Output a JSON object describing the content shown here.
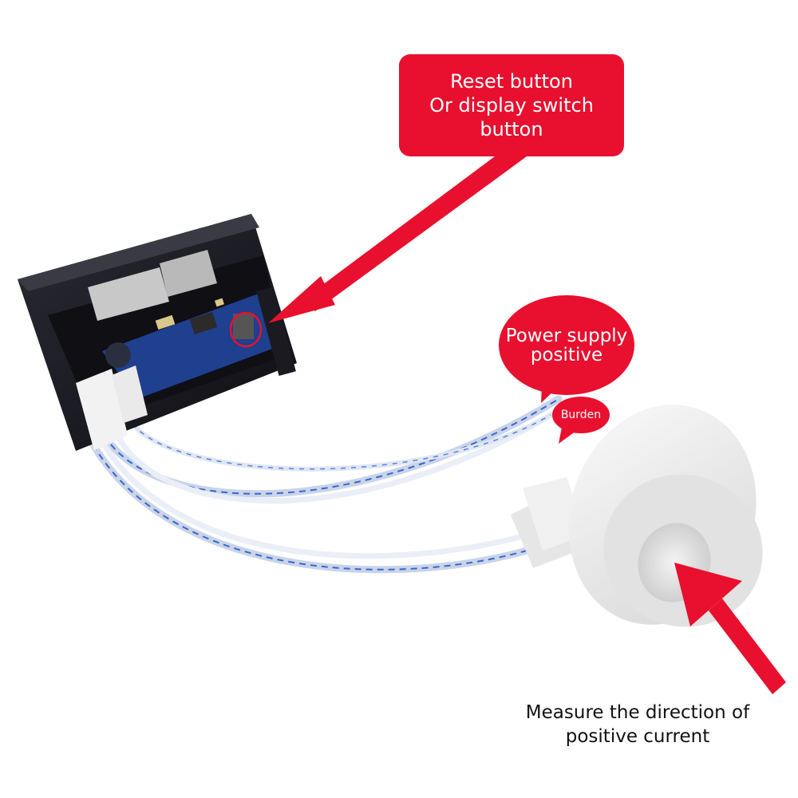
{
  "callouts": {
    "reset": {
      "line1": "Reset button",
      "line2": "Or display switch",
      "line3": "button"
    },
    "power": {
      "line1": "Power supply",
      "line2": "positive"
    },
    "burden": {
      "label": "Burden"
    }
  },
  "caption": {
    "line1": "Measure the direction of",
    "line2": "positive current"
  },
  "colors": {
    "callout_red": "#e8102e",
    "background": "#ffffff",
    "meter_body": "#1b1b22",
    "pcb_blue": "#1f3f8f",
    "sensor_white": "#ececec",
    "wire_blue": "#3b67c9"
  }
}
